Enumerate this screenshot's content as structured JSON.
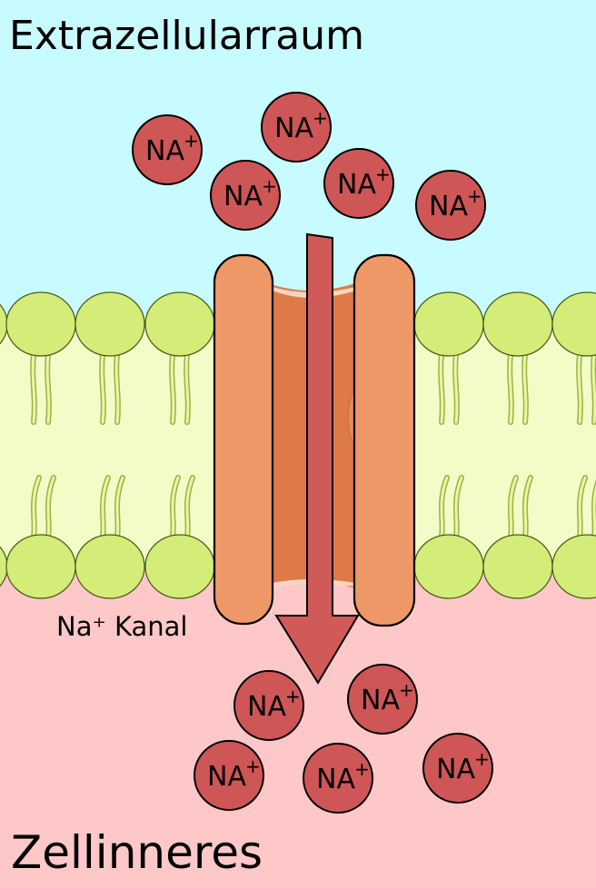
{
  "diagram": {
    "regions": {
      "extracellular": {
        "label": "Extrazellularraum",
        "color": "#c8fbff"
      },
      "membrane": {
        "color": "#f3fbc6"
      },
      "intracellular": {
        "label": "Zellinneres",
        "color": "#ffc8c8"
      }
    },
    "channel": {
      "label": "Na⁺ Kanal",
      "color": "#ee9868",
      "pore_color": "#df7a48"
    },
    "flow_arrow": {
      "direction": "down",
      "color": "#d05a58"
    },
    "lipid_color": "#d4ec78",
    "ion": {
      "symbol": "NA",
      "charge": "+",
      "color": "#cf5656"
    },
    "ions_outside_count": 5,
    "ions_inside_count": 5
  }
}
